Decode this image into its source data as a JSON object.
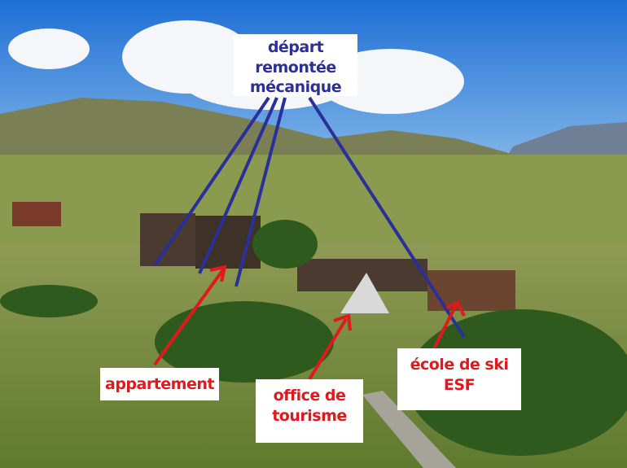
{
  "labels": {
    "lift": {
      "line1": "départ remontée",
      "line2": "mécanique"
    },
    "apartment": {
      "line1": "appartement"
    },
    "tourism": {
      "line1": "office de",
      "line2": "tourisme"
    },
    "ski_school": {
      "line1": "école de ski",
      "line2": "ESF"
    }
  },
  "colors": {
    "lift_arrows": "#2a2f9a",
    "other_arrows": "#e0191c"
  }
}
